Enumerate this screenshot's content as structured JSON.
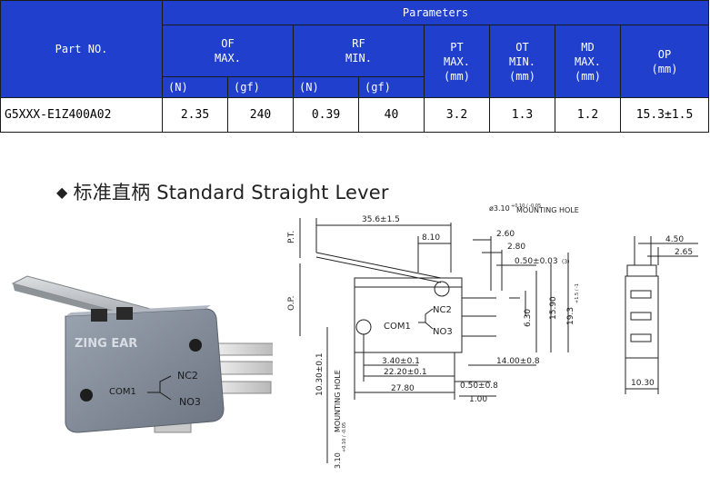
{
  "table": {
    "parameters_label": "Parameters",
    "part_no_label": "Part NO.",
    "of": {
      "line1": "OF",
      "line2": "MAX."
    },
    "rf": {
      "line1": "RF",
      "line2": "MIN."
    },
    "pt": {
      "line1": "PT",
      "line2": "MAX.",
      "line3": "(mm)"
    },
    "ot": {
      "line1": "OT",
      "line2": "MIN.",
      "line3": "(mm)"
    },
    "md": {
      "line1": "MD",
      "line2": "MAX.",
      "line3": "(mm)"
    },
    "op": {
      "line1": "OP",
      "line2": "(mm)"
    },
    "units": {
      "of_n": "(N)",
      "of_gf": "(gf)",
      "rf_n": "(N)",
      "rf_gf": "(gf)"
    },
    "row": {
      "part": "G5XXX-E1Z400A02",
      "of_n": "2.35",
      "of_gf": "240",
      "rf_n": "0.39",
      "rf_gf": "40",
      "pt": "3.2",
      "ot": "1.3",
      "md": "1.2",
      "op": "15.3±1.5"
    }
  },
  "caption": {
    "bullet": "◆",
    "chinese": "标准直柄",
    "english": "Standard Straight Lever"
  },
  "photo": {
    "brand": "ZING EAR",
    "com": "COM1",
    "nc": "NC2",
    "no": "NO3"
  },
  "drawing": {
    "pt": "P.T.",
    "op": "O.P.",
    "lever_len": "35.6±1.5",
    "d810": "8.10",
    "hole": "ø3.10",
    "hole_tol": "+0.10 / -0.05",
    "mounting": "MOUNTING HOLE",
    "d260": "2.60",
    "d280": "2.80",
    "d050": "0.50±0.03",
    "d050_note": "(3)",
    "d630": "6.30",
    "d1590": "15.90",
    "d193": "19.3",
    "d193_tol": "+1.5 / -1",
    "com1": "COM1",
    "nc2": "NC2",
    "no3": "NO3",
    "d340": "3.40±0.1",
    "d1400": "14.00±0.8",
    "d2220": "22.20±0.1",
    "d050b": "0.50±0.8",
    "d2780": "27.80",
    "d100": "1.00",
    "d1030": "10.30±0.1",
    "mount_v": "MOUNTING HOLE",
    "hole_v": "3.10",
    "hole_v_tol": "+0.10 / -0.05",
    "side_450": "4.50",
    "side_265": "2.65",
    "side_1030": "10.30"
  }
}
